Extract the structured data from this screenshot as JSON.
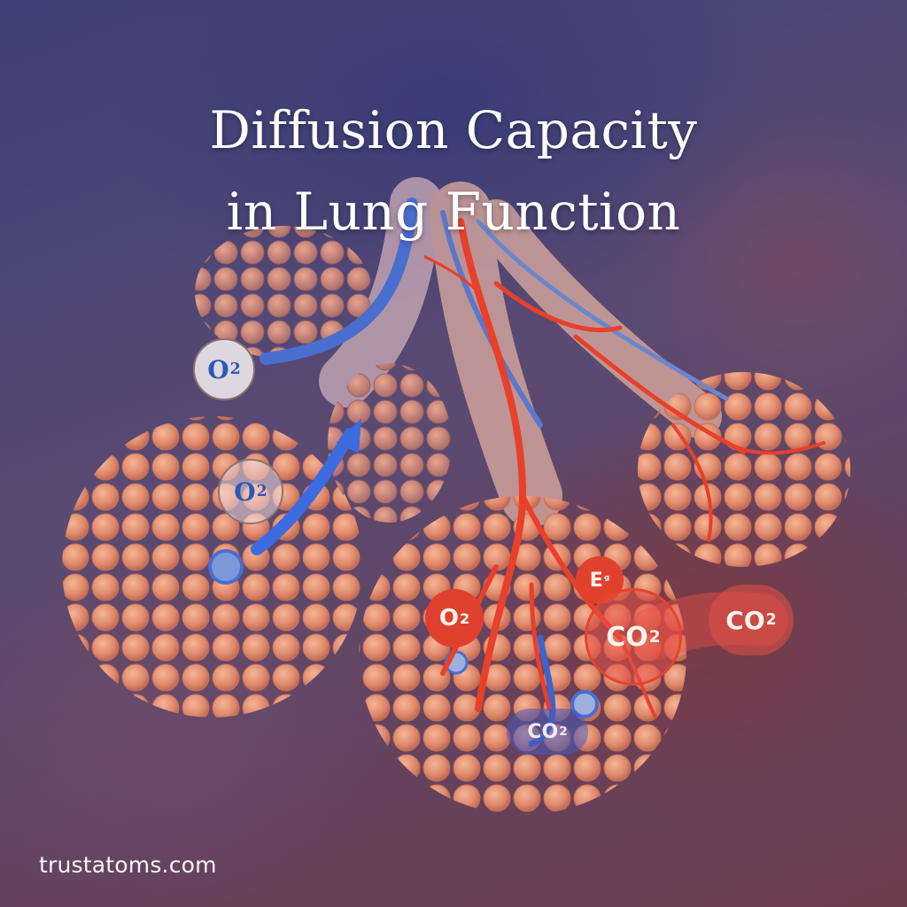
{
  "title": {
    "line1": "Diffusion Capacity",
    "line2": "in Lung Function"
  },
  "labels": {
    "o2_upper_left": {
      "base": "O",
      "sub": "2"
    },
    "o2_mid_left": {
      "base": "O",
      "sub": "2"
    },
    "o2_red": {
      "base": "O",
      "sub": "2"
    },
    "garbled_red": {
      "base": "E",
      "sub": "ᵍ"
    },
    "co2_center": {
      "base": "CO",
      "sub": "2"
    },
    "co2_right": {
      "base": "CO",
      "sub": "2"
    },
    "co2_blue": {
      "base": "CO",
      "sub": "2"
    }
  },
  "watermark": "trustatoms.com",
  "colors": {
    "oxygen_blue": "#2b58b8",
    "vessel_red": "#e2452f",
    "alveoli_peach": "#e79a7c",
    "background_indigo": "#3d4177"
  }
}
